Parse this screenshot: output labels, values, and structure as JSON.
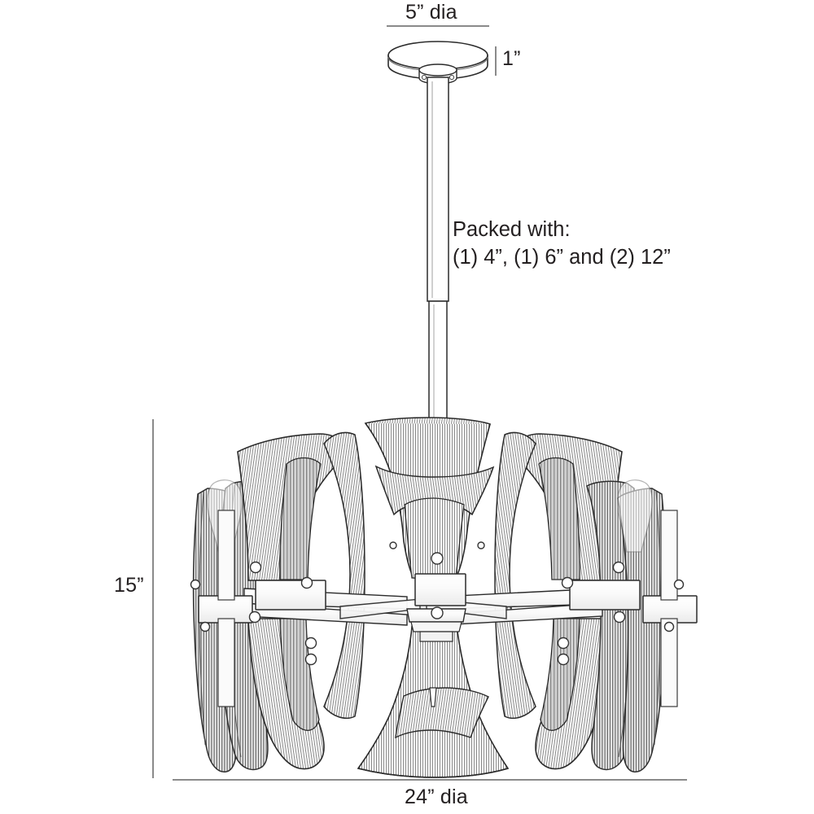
{
  "document": {
    "type": "product-dimension-drawing",
    "subject": "chandelier",
    "background_color": "#ffffff",
    "line_color": "#231f20",
    "text_color": "#231f20"
  },
  "dimensions": {
    "canopy_diameter": "5” dia",
    "canopy_height": "1”",
    "fixture_height": "15”",
    "fixture_diameter": "24” dia"
  },
  "notes": {
    "packed_with_title": "Packed with:",
    "packed_with_detail": "(1) 4”, (1) 6” and (2) 12”"
  },
  "fixture": {
    "canopy_label": "ceiling-canopy",
    "stem_label": "downrod",
    "shade_label": "pleated-glass-drum-shade"
  }
}
